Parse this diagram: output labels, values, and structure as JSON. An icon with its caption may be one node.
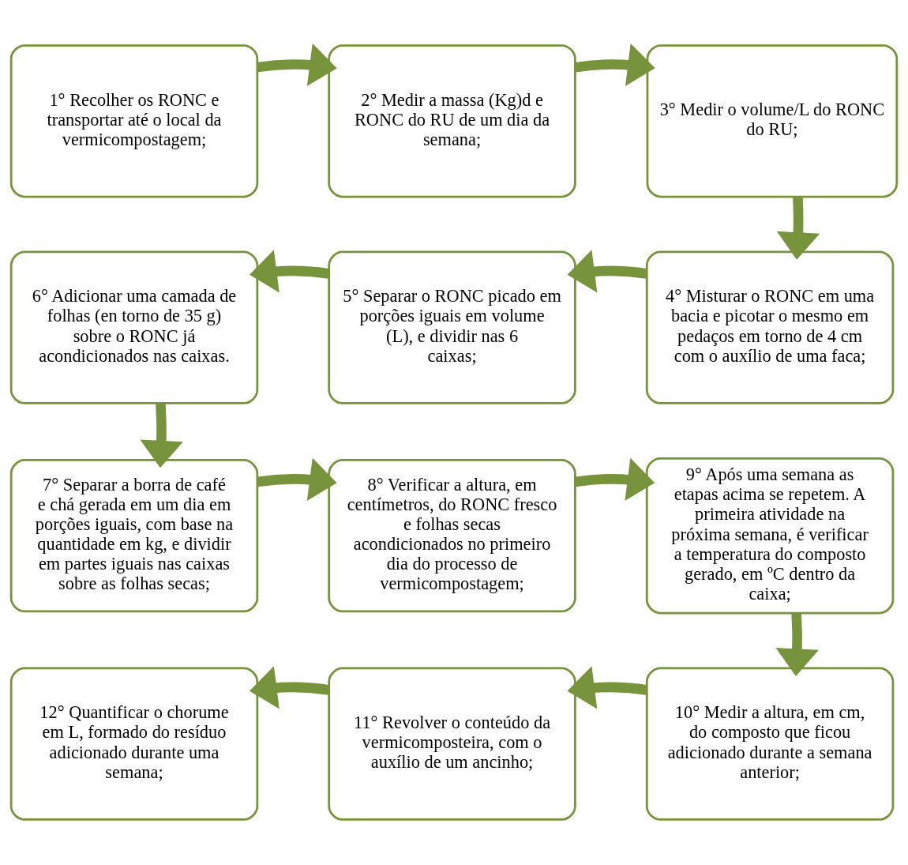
{
  "diagram": {
    "nodes": [
      {
        "text": [
          "1° Recolher os RONC e transportar até o local da vermicompostagem;"
        ]
      },
      {
        "text": [
          "2° Medir a massa (Kg)d e RONC do RU de um dia da semana;"
        ]
      },
      {
        "text": [
          "3° Medir o volume/L do RONC do RU;"
        ]
      },
      {
        "text": [
          "4° Misturar o RONC em uma bacia e picotar o mesmo em pedaços em torno de 4 cm com o auxílio de uma faca;"
        ]
      },
      {
        "text": [
          "5° Separar o RONC picado em porções iguais em volume (L), e dividir nas 6 caixas;"
        ]
      },
      {
        "text": [
          "6° Adicionar uma camada de folhas (en torno de 35 g) sobre o RONC já acondicionados nas caixas."
        ]
      },
      {
        "text": [
          "7° Separar a borra de café e chá gerada em um dia em porções iguais, com base na quantidade em kg, e dividir em partes iguais nas caixas sobre as folhas secas;"
        ]
      },
      {
        "text": [
          "8° Verificar a altura, em centímetros, do RONC fresco e folhas secas acondicionados no primeiro dia do processo de vermicompostagem;"
        ]
      },
      {
        "text": [
          "9° Após uma semana as etapas acima se repetem. A primeira atividade na próxima semana, é verificar a temperatura do composto gerado, em ºC dentro da caixa;"
        ]
      },
      {
        "text": [
          "10° Medir a altura, em cm, do composto que ficou adicionado durante a semana anterior;"
        ]
      },
      {
        "text": [
          "11° Revolver o conteúdo da vermicomposteira, com o auxílio de um ancinho;"
        ]
      },
      {
        "text": [
          "12° Quantificar o chorume em L, formado do resíduo adicionado durante uma semana;"
        ]
      }
    ],
    "edges": [
      {
        "from": 0,
        "to": 1,
        "arrow": "to"
      },
      {
        "from": 1,
        "to": 2,
        "arrow": "to"
      },
      {
        "from": 2,
        "to": 3,
        "arrow": "to"
      },
      {
        "from": 3,
        "to": 4,
        "arrow": "to"
      },
      {
        "from": 4,
        "to": 5,
        "arrow": "to"
      },
      {
        "from": 5,
        "to": 6,
        "arrow": "to"
      },
      {
        "from": 6,
        "to": 7,
        "arrow": "to"
      },
      {
        "from": 7,
        "to": 8,
        "arrow": "to"
      },
      {
        "from": 8,
        "to": 9,
        "arrow": "to"
      },
      {
        "from": 9,
        "to": 10,
        "arrow": "to"
      },
      {
        "from": 10,
        "to": 11,
        "arrow": "to"
      }
    ]
  }
}
